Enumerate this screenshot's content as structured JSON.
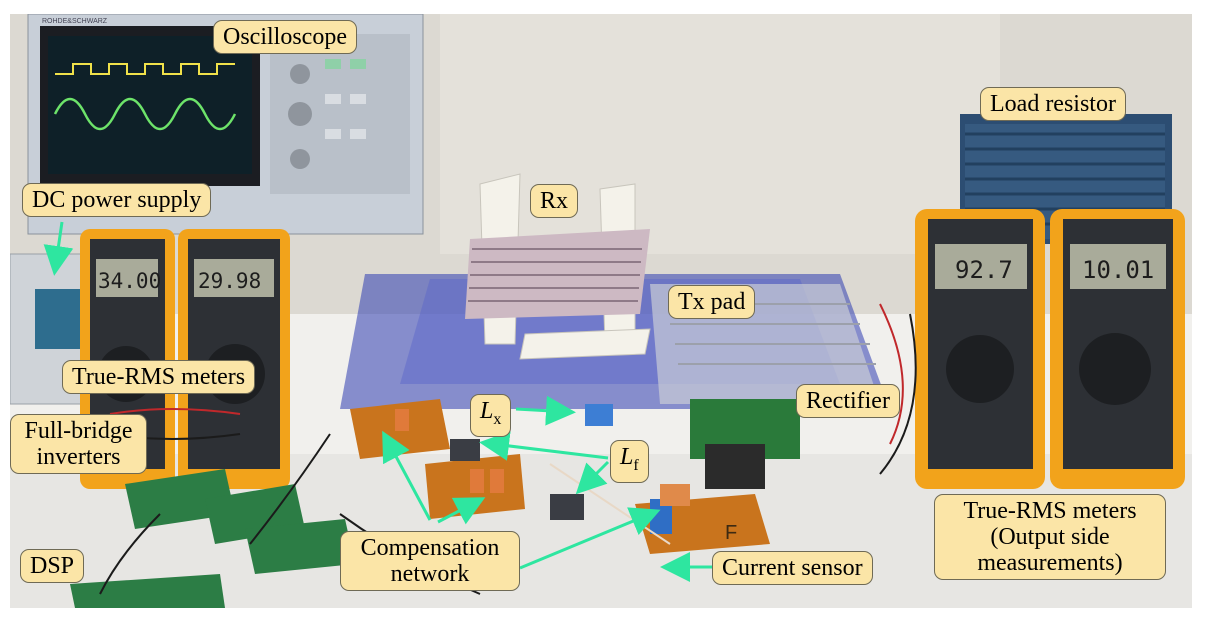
{
  "labels": {
    "oscilloscope": "Oscilloscope",
    "load_resistor": "Load resistor",
    "dc_power_supply": "DC power supply",
    "rx": "Rx",
    "tx_pad": "Tx pad",
    "true_rms_meters_left": "True-RMS meters",
    "rectifier": "Rectifier",
    "full_bridge_line1": "Full-bridge",
    "full_bridge_line2": "inverters",
    "lx_main": "L",
    "lx_sub": "x",
    "lf_main": "L",
    "lf_sub": "f",
    "dsp": "DSP",
    "compensation_line1": "Compensation",
    "compensation_line2": "network",
    "current_sensor": "Current sensor",
    "true_rms_right_line1": "True-RMS meters",
    "true_rms_right_line2": "(Output side",
    "true_rms_right_line3": "measurements)"
  },
  "meter_readings": {
    "left_1": "34.00",
    "left_2": "29.98",
    "right_1": "92.7",
    "right_2": "10.01"
  },
  "scope_brand": "ROHDE&SCHWARZ",
  "coil_marking": "F",
  "colors": {
    "label_fill": "#fbe5a7",
    "label_border": "#6f6a55",
    "arrow": "#2ee6a0",
    "meter_body": "#f2a31b"
  }
}
